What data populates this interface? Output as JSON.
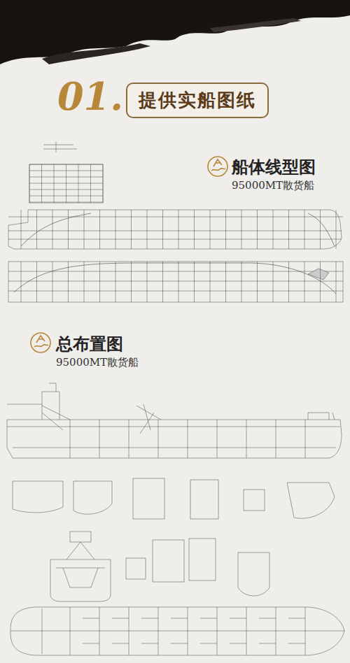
{
  "diagram": {
    "nodes": [
      {
        "text": [
          "提供实船图纸"
        ]
      }
    ],
    "labels": [
      "01.",
      "船体线型图",
      "95000MT散货船",
      "总布置图",
      "95000MT散货船"
    ]
  }
}
